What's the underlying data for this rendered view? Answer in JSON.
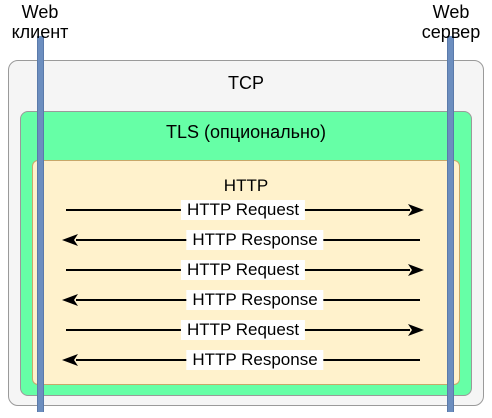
{
  "participants": {
    "client": [
      "Web",
      "клиент"
    ],
    "server": [
      "Web",
      "сервер"
    ]
  },
  "layers": {
    "tcp": "TCP",
    "tls": "TLS (опционально)",
    "http": "HTTP"
  },
  "messages": [
    {
      "label": "HTTP Request",
      "direction": "to-server"
    },
    {
      "label": "HTTP Response",
      "direction": "to-client"
    },
    {
      "label": "HTTP Request",
      "direction": "to-server"
    },
    {
      "label": "HTTP Response",
      "direction": "to-client"
    },
    {
      "label": "HTTP Request",
      "direction": "to-server"
    },
    {
      "label": "HTTP Response",
      "direction": "to-client"
    }
  ],
  "colors": {
    "tcp_fill": "#f5f5f5",
    "tls_fill": "#66ffa6",
    "http_fill": "#fff2cc",
    "lifeline": "#6c8ebf"
  }
}
